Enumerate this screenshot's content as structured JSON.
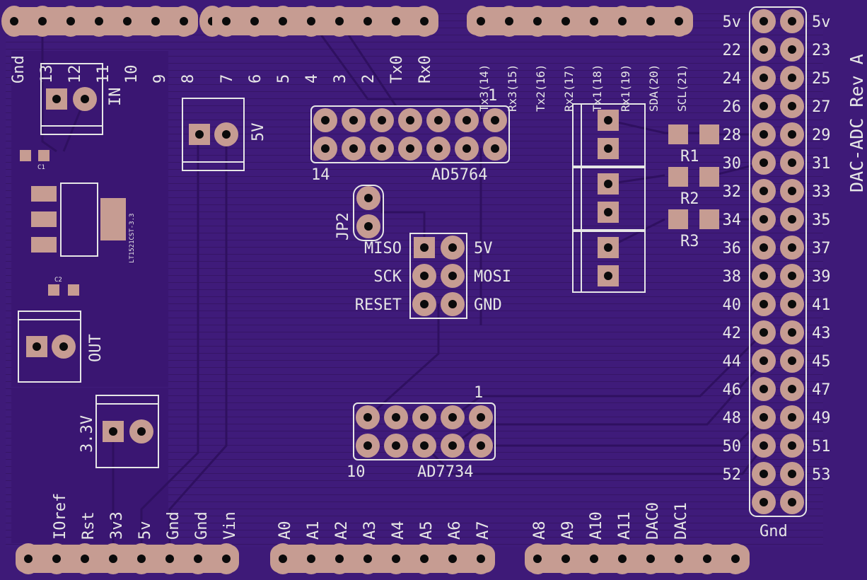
{
  "colors": {
    "board": "#3e1a78",
    "copper": "#2f1060",
    "pad": "#c69c92",
    "silkscreen": "#e6e6e6",
    "hole": "#0b0b0b"
  },
  "board": {
    "title": "DAC-ADC Rev A"
  },
  "headers": {
    "top_left_labels": [
      "Gnd",
      "13",
      "12",
      "11",
      "10",
      "9",
      "8"
    ],
    "top_mid_labels": [
      "7",
      "6",
      "5",
      "4",
      "3",
      "2",
      "Tx0",
      "Rx0"
    ],
    "top_right_labels": [
      "Tx3(14)",
      "Rx3(15)",
      "Tx2(16)",
      "Rx2(17)",
      "Tx1(18)",
      "Rx1(19)",
      "SDA(20)",
      "SCL(21)"
    ],
    "power_labels": [
      "IOref",
      "Rst",
      "3v3",
      "5v",
      "Gnd",
      "Gnd",
      "Vin"
    ],
    "analog_a_labels": [
      "A0",
      "A1",
      "A2",
      "A3",
      "A4",
      "A5",
      "A6",
      "A7"
    ],
    "analog_b_labels": [
      "A8",
      "A9",
      "A10",
      "A11",
      "DAC0",
      "DAC1"
    ],
    "right_left_col": [
      "5v",
      "22",
      "24",
      "26",
      "28",
      "30",
      "32",
      "34",
      "36",
      "38",
      "40",
      "42",
      "44",
      "46",
      "48",
      "50",
      "52"
    ],
    "right_right_col": [
      "5v",
      "23",
      "25",
      "27",
      "29",
      "31",
      "33",
      "35",
      "37",
      "39",
      "41",
      "43",
      "45",
      "47",
      "49",
      "51",
      "53"
    ],
    "right_bottom": "Gnd"
  },
  "parts": {
    "in_label": "IN",
    "out_label": "OUT",
    "five_v_label": "5V",
    "three_v_label": "3.3V",
    "c1": "C1",
    "c2": "C2",
    "regulator": "LT1521CST-3.3",
    "jp2": "JP2",
    "r1": "R1",
    "r2": "R2",
    "r3": "R3",
    "ad5764": {
      "name": "AD5764",
      "pin1": "1",
      "pin14": "14"
    },
    "ad7734": {
      "name": "AD7734",
      "pin1": "1",
      "pin10": "10"
    }
  },
  "icsp": {
    "left": [
      "MISO",
      "SCK",
      "RESET"
    ],
    "right": [
      "5V",
      "MOSI",
      "GND"
    ]
  }
}
